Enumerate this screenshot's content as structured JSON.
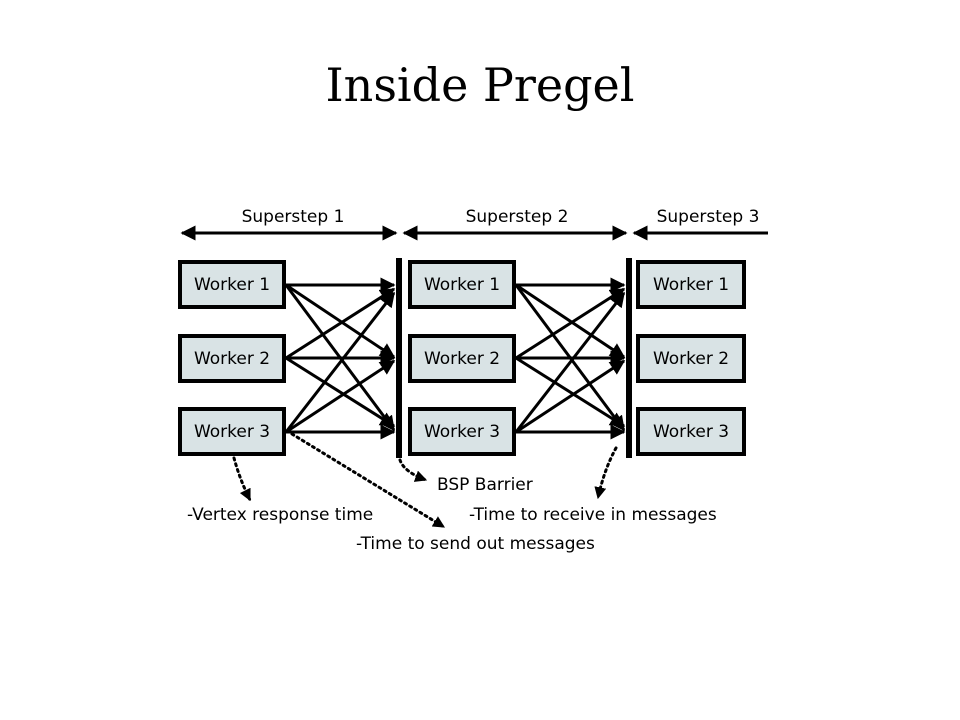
{
  "slide": {
    "title": "Inside Pregel"
  },
  "diagram": {
    "supersteps": [
      "Superstep 1",
      "Superstep 2",
      "Superstep 3"
    ],
    "columns": [
      {
        "workers": [
          "Worker 1",
          "Worker 2",
          "Worker 3"
        ]
      },
      {
        "workers": [
          "Worker 1",
          "Worker 2",
          "Worker 3"
        ]
      },
      {
        "workers": [
          "Worker 1",
          "Worker 2",
          "Worker 3"
        ]
      }
    ],
    "annotations": {
      "bsp_barrier": "BSP Barrier",
      "vertex_response": "-Vertex response time",
      "receive_messages": "-Time to receive in messages",
      "send_messages": "-Time to send out messages"
    },
    "colors": {
      "worker_fill": "#d9e3e5",
      "stroke": "#000000"
    }
  }
}
